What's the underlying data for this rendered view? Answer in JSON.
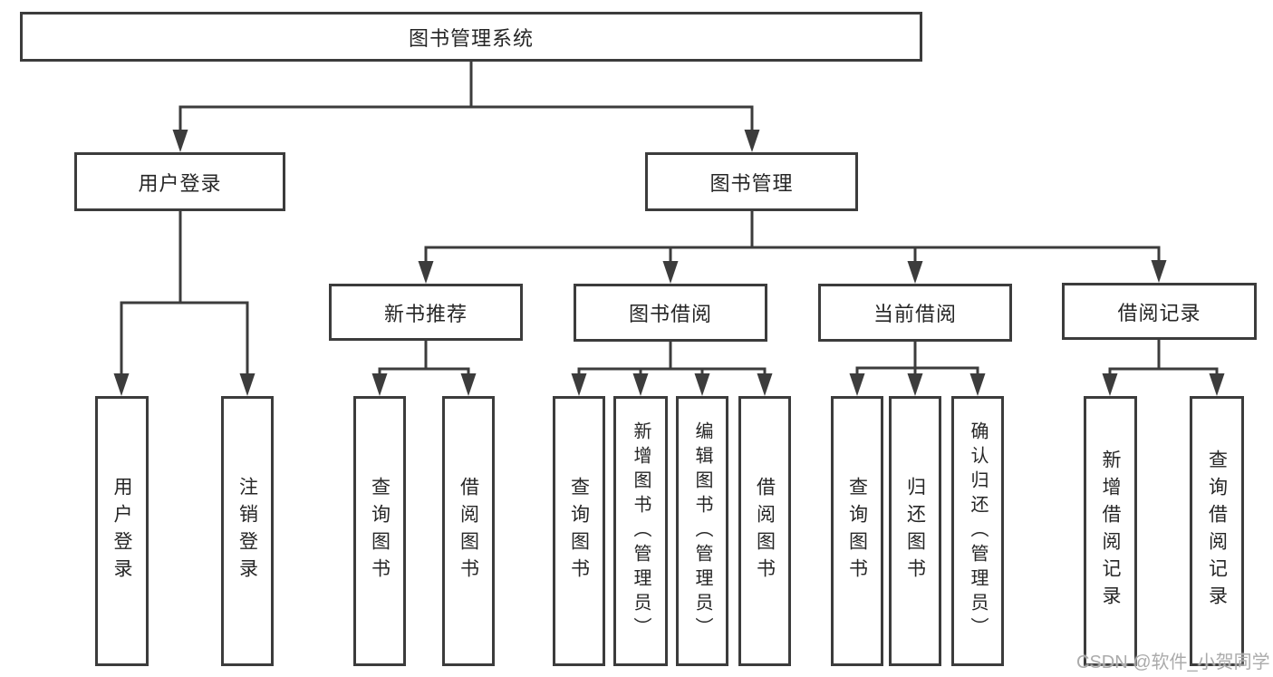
{
  "diagram": {
    "nodes": {
      "root": {
        "label": "图书管理系统"
      },
      "user_login": {
        "label": "用户登录"
      },
      "book_mgmt": {
        "label": "图书管理"
      },
      "new_book_rec": {
        "label": "新书推荐"
      },
      "book_borrow": {
        "label": "图书借阅"
      },
      "current_borrow": {
        "label": "当前借阅"
      },
      "borrow_record": {
        "label": "借阅记录"
      },
      "leaf_user_login": {
        "label": "用户登录"
      },
      "leaf_logout": {
        "label": "注销登录"
      },
      "leaf_query_book_1": {
        "label": "查询图书"
      },
      "leaf_borrow_book_1": {
        "label": "借阅图书"
      },
      "leaf_query_book_2": {
        "label": "查询图书"
      },
      "leaf_add_book": {
        "label": "新增图书（管理员）"
      },
      "leaf_edit_book": {
        "label": "编辑图书（管理员）"
      },
      "leaf_borrow_book_2": {
        "label": "借阅图书"
      },
      "leaf_query_book_3": {
        "label": "查询图书"
      },
      "leaf_return_book": {
        "label": "归还图书"
      },
      "leaf_confirm_return": {
        "label": "确认归还（管理员）"
      },
      "leaf_add_record": {
        "label": "新增借阅记录"
      },
      "leaf_query_record": {
        "label": "查询借阅记录"
      }
    },
    "colors": {
      "line": "#3c3c3c",
      "text": "#262626",
      "background": "#ffffff",
      "watermark": "#ababab"
    }
  },
  "watermark": {
    "text": "CSDN @软件_小贺同学"
  }
}
